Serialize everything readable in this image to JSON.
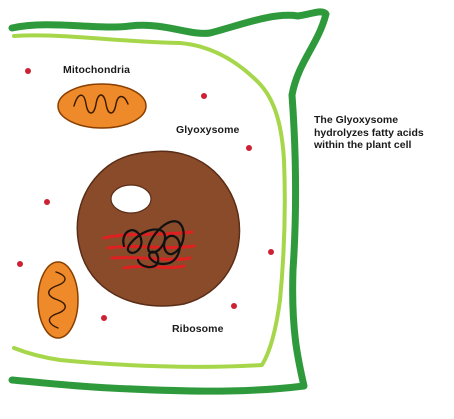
{
  "labels": {
    "mitochondria": "Mitochondria",
    "glyoxysome": "Glyoxysome",
    "ribosome": "Ribosome"
  },
  "caption": {
    "lines": [
      "The Glyoxysome",
      "hydrolyzes fatty acids",
      "within the plant cell"
    ]
  },
  "colors": {
    "cell_wall": "#2f9a3c",
    "cell_membrane": "#a6d64a",
    "glyoxysome_body": "#8a4b2a",
    "glyoxysome_body_stroke": "#5a2d17",
    "vacuole_hole": "#ffffff",
    "mitochondria_fill": "#ee8a2a",
    "mitochondria_stroke": "#8a3f00",
    "ribosome_dot": "#cc2233",
    "chromatin_red": "#e02020",
    "chromatin_black": "#111111"
  }
}
